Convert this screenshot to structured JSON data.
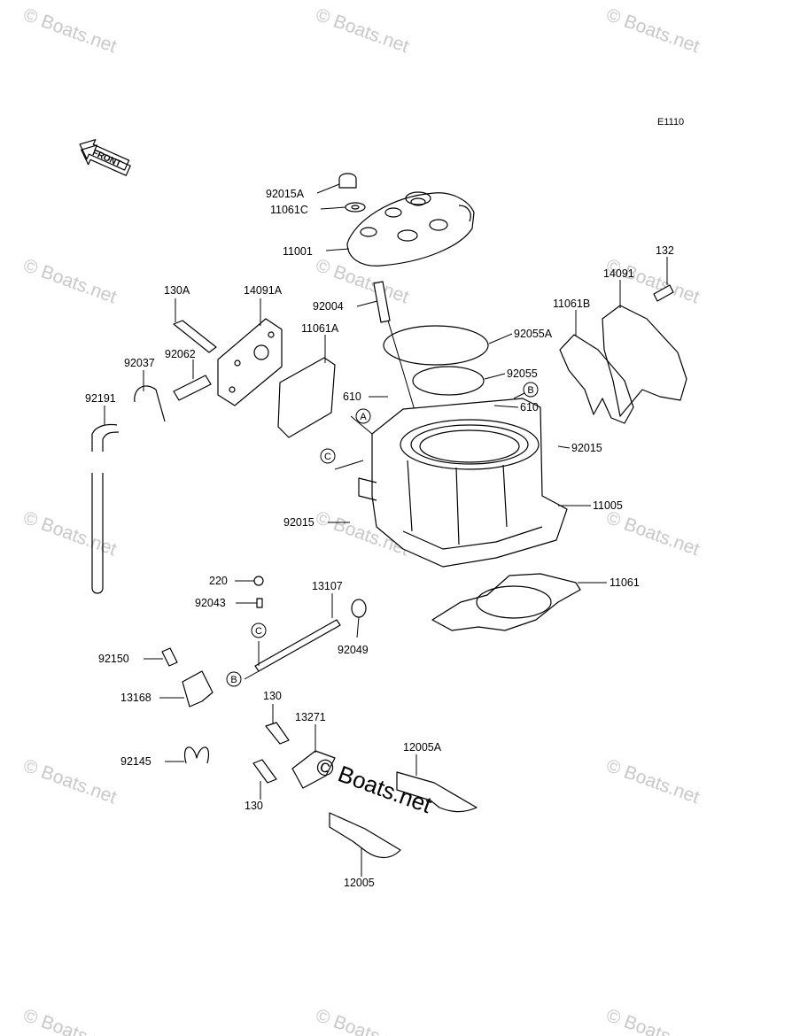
{
  "diagram_code": "E1110",
  "front_label": "FRONT",
  "watermarks": {
    "repeat": "© Boats.net",
    "center": "© Boats.net"
  },
  "callouts": [
    "A",
    "B",
    "C"
  ],
  "parts": {
    "p92015A": "92015A",
    "p11061C": "11061C",
    "p11001": "11001",
    "p132": "132",
    "p14091": "14091",
    "p130A": "130A",
    "p14091A": "14091A",
    "p92004": "92004",
    "p11061B": "11061B",
    "p92055A": "92055A",
    "p11061A": "11061A",
    "p92037": "92037",
    "p92062": "92062",
    "p92055": "92055",
    "p92191": "92191",
    "p610a": "610",
    "p610b": "610",
    "p92015a": "92015",
    "p11005": "11005",
    "p92015b": "92015",
    "p220": "220",
    "p13107": "13107",
    "p11061": "11061",
    "p92043": "92043",
    "p92049": "92049",
    "p92150": "92150",
    "p13168": "13168",
    "p130a": "130",
    "p13271": "13271",
    "p12005A": "12005A",
    "p92145": "92145",
    "p130b": "130",
    "p12005": "12005"
  }
}
